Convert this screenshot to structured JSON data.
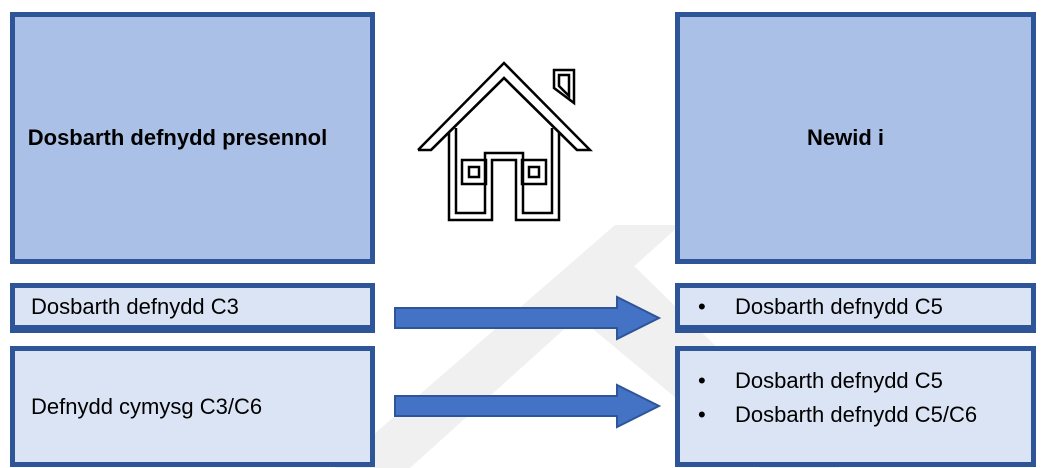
{
  "header": {
    "left_title": "Dosbarth defnydd presennol",
    "right_title": "Newid i"
  },
  "rows": [
    {
      "current": "Dosbarth defnydd C3",
      "changes": [
        "Dosbarth defnydd C5"
      ]
    },
    {
      "current": "Defnydd cymysg C3/C6",
      "changes": [
        "Dosbarth defnydd C5",
        "Dosbarth defnydd C5/C6"
      ]
    }
  ],
  "icons": {
    "house": "house-icon",
    "arrow": "right-arrow-icon"
  },
  "colors": {
    "header_fill": "#aac0e6",
    "row_fill": "#dbe4f5",
    "border": "#2e5597",
    "arrow_fill": "#4472c4"
  }
}
